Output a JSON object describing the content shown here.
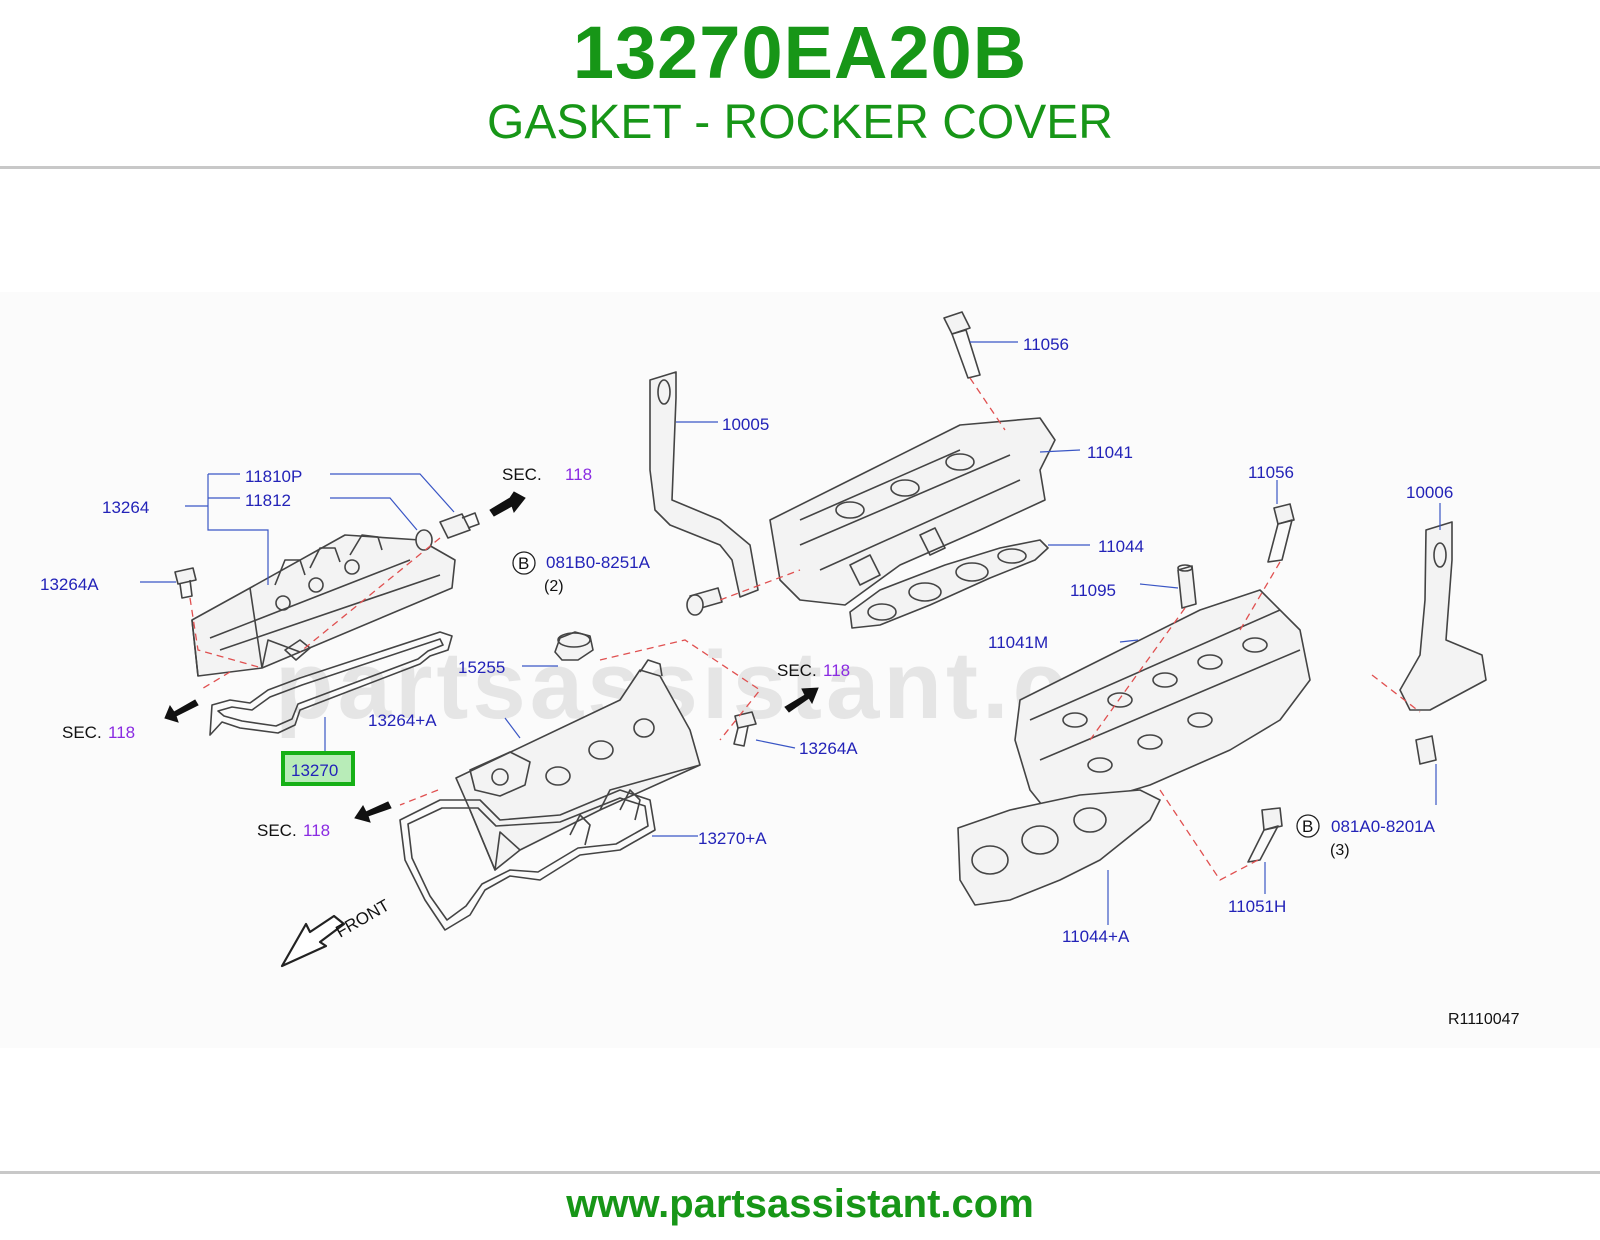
{
  "header": {
    "part_number": "13270EA20B",
    "part_name": "GASKET - ROCKER COVER"
  },
  "footer": {
    "url": "www.partsassistant.com"
  },
  "watermark": "partsassistant.com",
  "colors": {
    "brand_green": "#179617",
    "label_blue": "#2323b8",
    "section_purple": "#8a2be2",
    "highlight_green": "#16b016"
  },
  "diagram": {
    "ref_code": "R1110047",
    "front_label": "FRONT",
    "labels": {
      "p11810P": "11810P",
      "p11812": "11812",
      "p13264": "13264",
      "p13264A_left": "13264A",
      "p13270": "13270",
      "p15255": "15255",
      "p13264pA": "13264+A",
      "p13264A_mid": "13264A",
      "p13270pA": "13270+A",
      "p10005": "10005",
      "p11056_top": "11056",
      "p11041": "11041",
      "p11044": "11044",
      "p11056_right": "11056",
      "p11095": "11095",
      "p11041M": "11041M",
      "p10006": "10006",
      "p081A0": "081A0-8201A",
      "p081A0_qty": "(3)",
      "p11051H": "11051H",
      "p11044pA": "11044+A",
      "p081B0": "081B0-8251A",
      "p081B0_qty": "(2)",
      "circle_b": "B"
    },
    "sections": {
      "sec_prefix_spaced": "SEC.",
      "sec_prefix": "SEC.",
      "sec_num": "118"
    }
  }
}
